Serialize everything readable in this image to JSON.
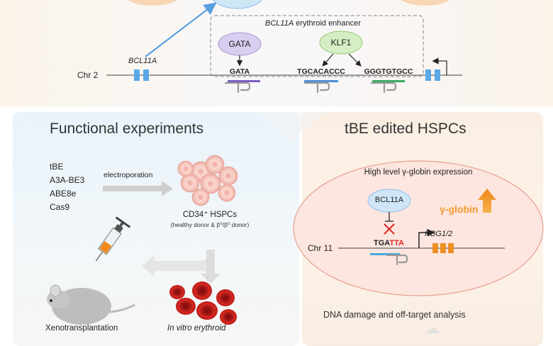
{
  "top": {
    "enhancer_gene": "BCL11A",
    "enhancer_suffix": " erythroid enhancer",
    "gene_label": "BCL11A",
    "chr_label": "Chr 2",
    "gata_factor": "GATA",
    "klf1_factor": "KLF1",
    "gata_motif": "GATA",
    "klf_motif_1": "TGCACACCC",
    "klf_motif_2": "GGGTGTGCC"
  },
  "functional": {
    "title": "Functional experiments",
    "editors": [
      "tBE",
      "A3A-BE3",
      "ABE8e",
      "Cas9"
    ],
    "electroporation": "electroporation",
    "cells_label": "CD34⁺ HSPCs",
    "cells_sub": "(healthy donor & β⁰/β⁰ donor)",
    "xeno_label": "Xenotransplantation",
    "invitro_label": "In vitro erythroid"
  },
  "edited": {
    "title": "tBE edited HSPCs",
    "expression_label": "High level γ-globin expression",
    "bcl11a": "BCL11A",
    "gglobin": "γ-globin",
    "chr_label": "Chr 11",
    "motif_pre": "TGA",
    "motif_edit": "TTA",
    "hbg_label": "HBG1/2",
    "dna_damage": "DNA damage and off-target analysis"
  },
  "colors": {
    "arrow_blue": "#5aa0e0",
    "gata_purple": "#7a5cc0",
    "klf_blue": "#4a90d0",
    "klf_green": "#3aa860",
    "orange": "#f29a2c",
    "exon_blue": "#5ba8e5",
    "exon_orange": "#ee8f26",
    "edit_red": "#e02828",
    "rbc_red": "#cc2020"
  }
}
